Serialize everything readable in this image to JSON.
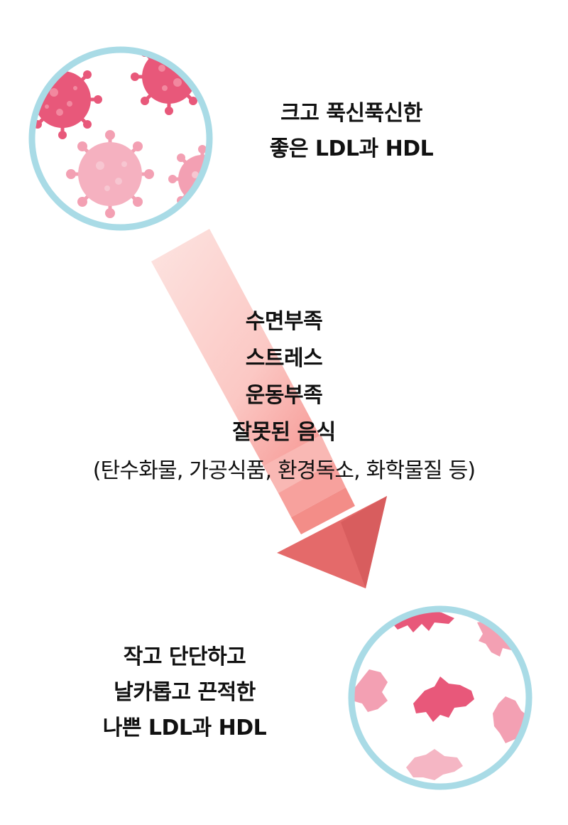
{
  "top_caption": {
    "line1": "크고 푹신푹신한",
    "line2": "좋은 LDL과 HDL"
  },
  "causes": {
    "items": [
      "수면부족",
      "스트레스",
      "운동부족",
      "잘못된 음식"
    ],
    "note": "(탄수화물, 가공식품, 환경독소, 화학물질 등)"
  },
  "bottom_caption": {
    "line1": "작고 단단하고",
    "line2": "날카롭고 끈적한",
    "line3": "나쁜 LDL과 HDL"
  },
  "colors": {
    "circle_border": "#a9dbe6",
    "particle_dark": "#e8587a",
    "particle_light": "#f3a0b3",
    "arrow_head": "#e46a6a",
    "arrow_tail": "#fde0de"
  }
}
